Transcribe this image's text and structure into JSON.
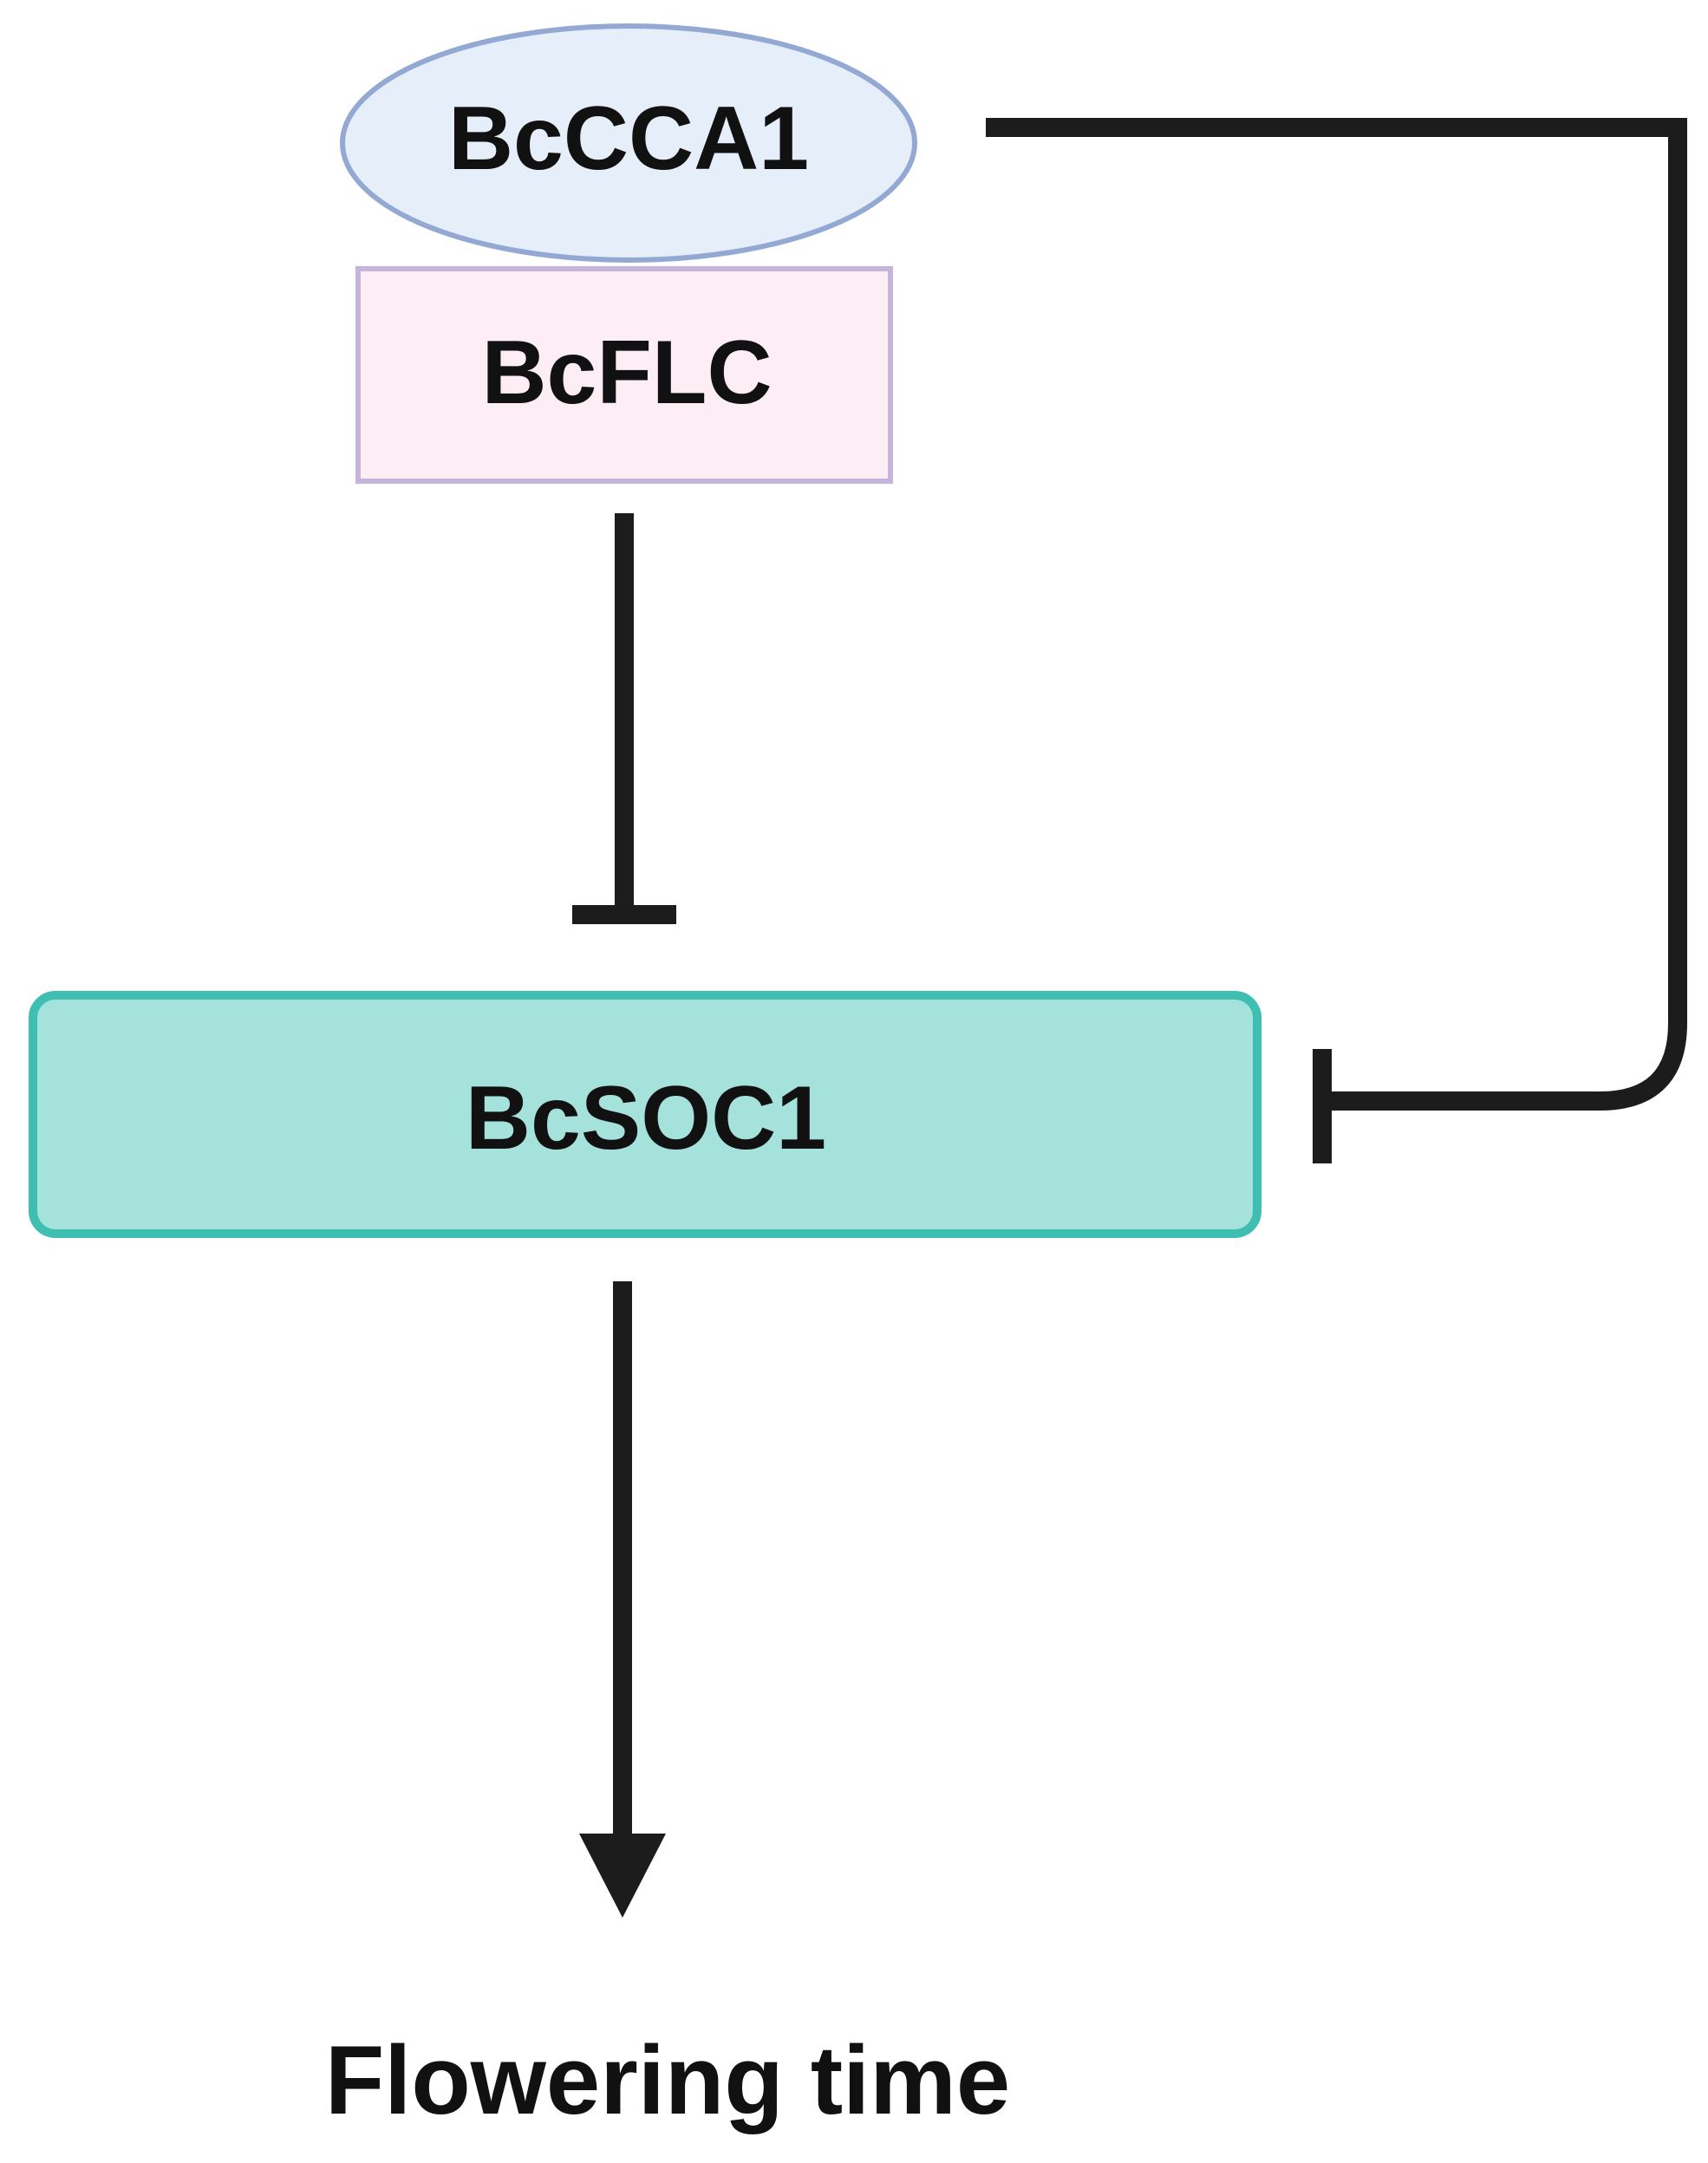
{
  "diagram": {
    "nodes": {
      "cca1": {
        "label": "BcCCA1",
        "shape": "ellipse",
        "fill": "#e6eff9",
        "stroke": "#93a9d3"
      },
      "flc": {
        "label": "BcFLC",
        "shape": "rectangle",
        "fill": "#fdeef6",
        "stroke": "#c5b5dd"
      },
      "soc1": {
        "label": "BcSOC1",
        "shape": "rounded-rectangle",
        "fill": "#a6e2dc",
        "stroke": "#3fbeb2"
      },
      "outcome": {
        "label": "Flowering time"
      }
    },
    "edges": [
      {
        "from": "flc",
        "to": "soc1",
        "type": "inhibition"
      },
      {
        "from": "cca1",
        "to": "soc1",
        "type": "inhibition"
      },
      {
        "from": "soc1",
        "to": "outcome",
        "type": "activation"
      }
    ],
    "line_color": "#1c1c1c"
  }
}
